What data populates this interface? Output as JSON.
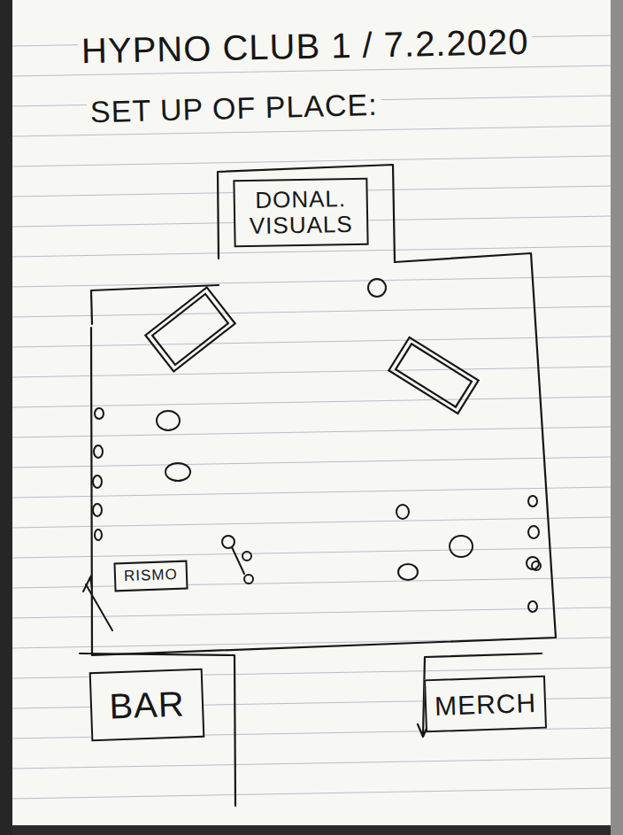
{
  "diagram": {
    "title": "HYPNO CLUB 1 / 7.2.2020",
    "nodes": [
      {
        "text": [
          "DONAL. VISUALS"
        ]
      },
      {
        "text": [
          "RISMO"
        ]
      },
      {
        "text": [
          "BAR"
        ]
      },
      {
        "text": [
          "MERCH"
        ]
      }
    ],
    "labels": [
      "SET UP OF PLACE:"
    ]
  }
}
